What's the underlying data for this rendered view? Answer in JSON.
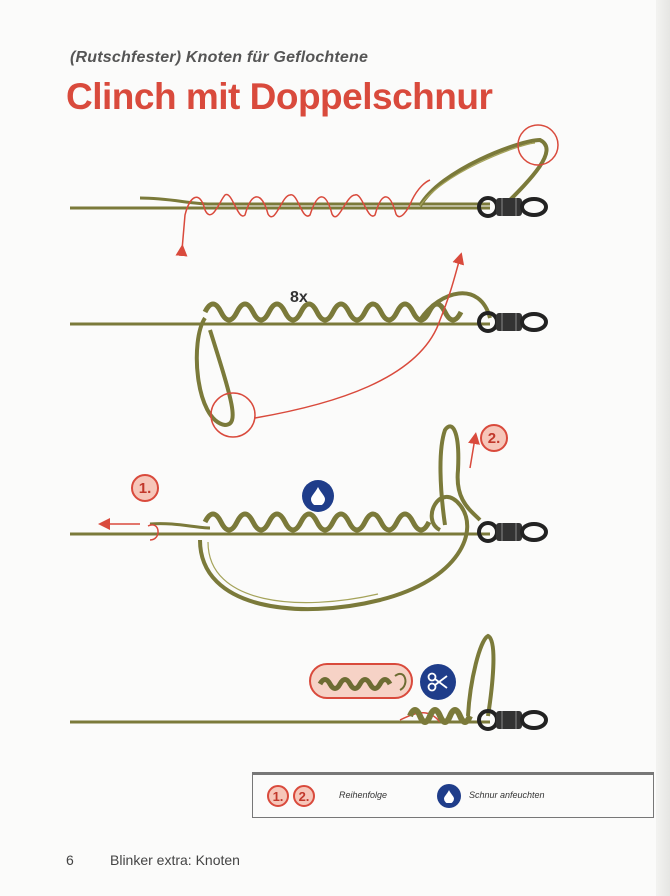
{
  "header": {
    "subtitle": "(Rutschfester) Knoten für Geflochtene",
    "title": "Clinch mit Doppelschnur"
  },
  "steps": {
    "wrap_count": "8x",
    "order_1": "1.",
    "order_2": "2."
  },
  "legend": {
    "badge_1": "1.",
    "badge_2": "2.",
    "order_label": "Reihenfolge",
    "moisten_label": "Schnur anfeuchten"
  },
  "footer": {
    "page_number": "6",
    "publication": "Blinker extra: Knoten"
  },
  "colors": {
    "accent_red": "#d94a3c",
    "line_olive": "#7b7a3a",
    "drop_blue": "#1f3d8a",
    "swivel_dark": "#2b2b2b"
  },
  "icons": [
    "water-drop-icon",
    "scissors-icon",
    "swivel-icon"
  ]
}
